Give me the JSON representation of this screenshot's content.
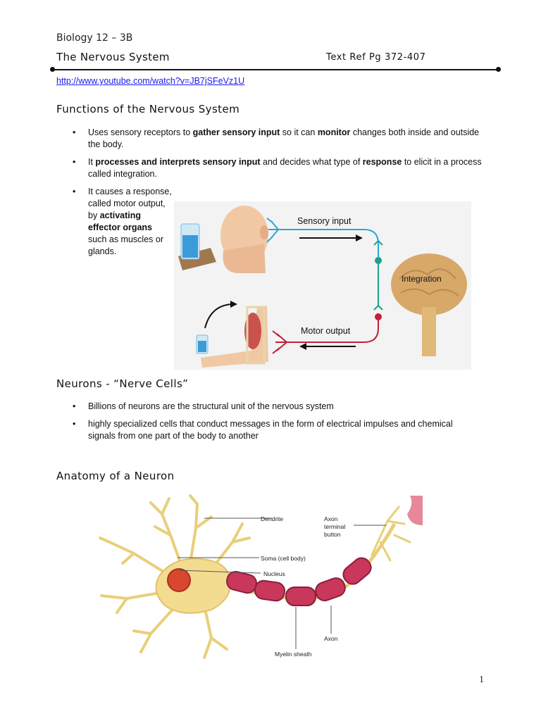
{
  "header": {
    "course": "Biology 12 – 3B",
    "title": "The Nervous System",
    "text_ref": "Text Ref Pg 372-407",
    "link": "http://www.youtube.com/watch?v=JB7jSFeVz1U"
  },
  "section1": {
    "heading": "Functions of the Nervous System",
    "bullets": [
      {
        "t1": "Uses sensory receptors to ",
        "b1": "gather sensory input",
        "t2": " so it can ",
        "b2": "monitor",
        "t3": " changes both inside and outside the body."
      },
      {
        "t1": "It ",
        "b1": "processes and interprets sensory input",
        "t2": " and decides what type of ",
        "b2": "response",
        "t3": " to elicit in a process called integration."
      },
      {
        "t1": "It causes a response, called motor output, by ",
        "b1": "activating effector organs",
        "t2": " such as muscles or glands.",
        "b2": "",
        "t3": ""
      }
    ],
    "figure": {
      "sensory_label": "Sensory input",
      "integration_label": "Integration",
      "motor_label": "Motor output"
    }
  },
  "section2": {
    "heading": "Neurons - “Nerve Cells”",
    "bullets": [
      "Billions of neurons are the structural unit of the nervous system",
      "highly specialized cells that conduct messages in the form of electrical impulses and chemical signals from one part of the body to another"
    ]
  },
  "section3": {
    "heading": "Anatomy of a Neuron",
    "labels": {
      "dendrite": "Dendrite",
      "axon_terminal_1": "Axon",
      "axon_terminal_2": "terminal",
      "axon_terminal_3": "button",
      "soma": "Soma (cell body)",
      "nucleus": "Nucleus",
      "axon": "Axon",
      "myelin": "Myelin sheath"
    }
  },
  "footer": {
    "page_number": "1"
  },
  "colors": {
    "link": "#1a1aee",
    "sensory": "#2aa7d6",
    "motor": "#c0203a",
    "brain": "#d7a868",
    "cell": "#f3dc90"
  }
}
